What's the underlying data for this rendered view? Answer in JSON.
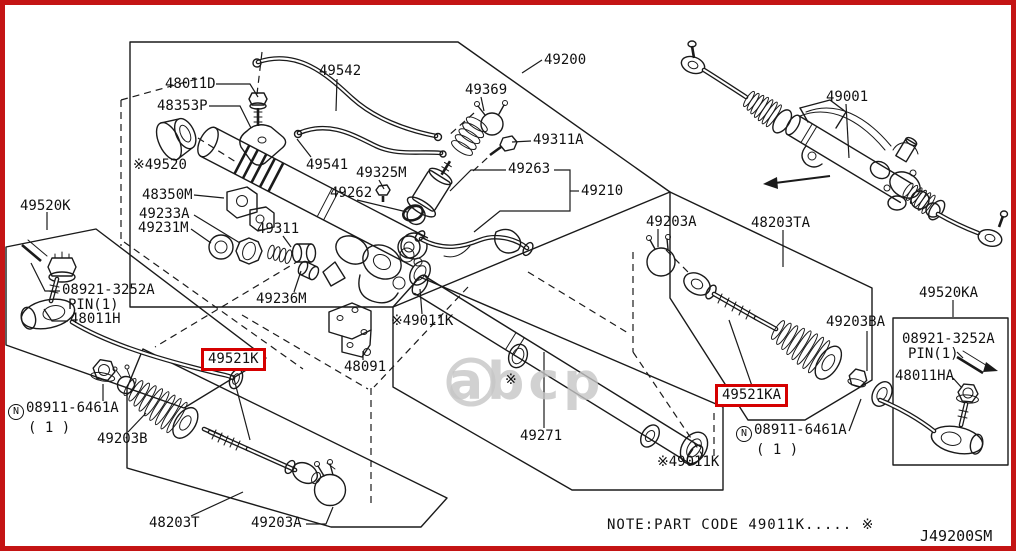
{
  "watermark": "abcp",
  "note": "NOTE:PART CODE 49011K..... ※",
  "drawing_code": "J49200SM",
  "highlight_color": "#d50000",
  "highlighted_parts": [
    "49521K",
    "49521KA"
  ],
  "labels": {
    "l48011D": "48011D",
    "l48353P": "48353P",
    "l49542": "49542",
    "l49200": "49200",
    "l49369": "49369",
    "l49001": "49001",
    "l49520": "※49520",
    "l49541": "49541",
    "l49325M": "49325M",
    "l49311A": "49311A",
    "l48350M": "48350M",
    "l49262": "49262",
    "l49263": "49263",
    "l49210": "49210",
    "l49233A": "49233A",
    "l49231M": "49231M",
    "l49311": "49311",
    "l49520K": "49520K",
    "l49203A_top": "49203A",
    "l48203TA": "48203TA",
    "pin_left_part": "08921-3252A",
    "pin_left_qty": "PIN(1)",
    "l48011H": "48011H",
    "l49236M": "49236M",
    "l49011K_top": "※49011K",
    "l48091": "48091",
    "l49521K": "49521K",
    "l49520KA": "49520KA",
    "pin_right_part": "08921-3252A",
    "pin_right_qty": "PIN(1)",
    "l49203BA": "49203BA",
    "l48011HA": "48011HA",
    "nut_prefix": "N",
    "nut_left_part": "08911-6461A",
    "nut_left_qty": "( 1 )",
    "l49203B": "49203B",
    "l49521KA": "49521KA",
    "nut_right_part": "08911-6461A",
    "nut_right_qty": "( 1 )",
    "l49271": "49271",
    "ref_mark": "※",
    "l49011K_bottom": "※49011K",
    "l48203T": "48203T",
    "l49203A_bottom": "49203A"
  }
}
